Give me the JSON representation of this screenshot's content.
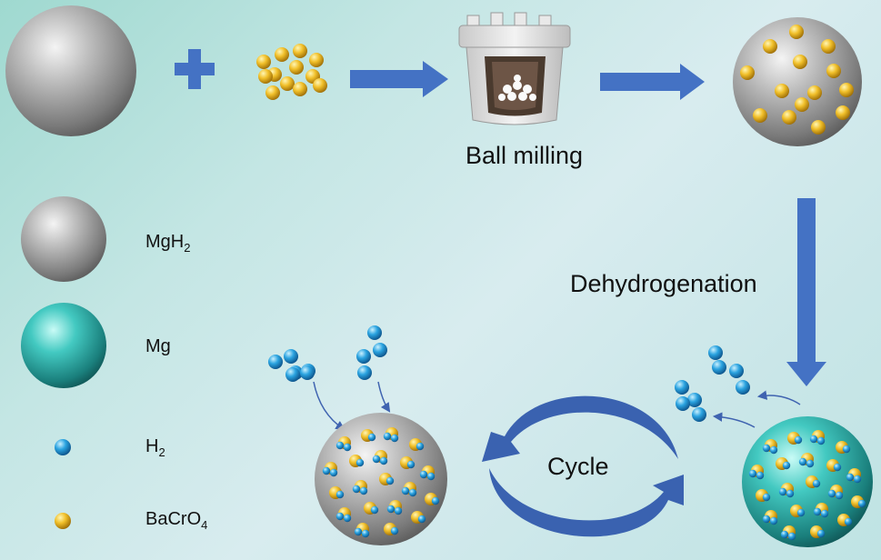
{
  "process": {
    "step1_label": "Ball milling",
    "step2_label": "Dehydrogenation",
    "cycle_label": "Cycle"
  },
  "legend": {
    "items": [
      {
        "base": "MgH",
        "sub": "2"
      },
      {
        "base": "Mg",
        "sub": ""
      },
      {
        "base": "H",
        "sub": "2"
      },
      {
        "base": "BaCrO",
        "sub": "4"
      }
    ]
  },
  "colors": {
    "arrow": "#4472c4",
    "mgh2": "#9a9a9a",
    "mg": "#2bb5b0",
    "h2": "#1e90d6",
    "bacro4": "#e6b118"
  }
}
